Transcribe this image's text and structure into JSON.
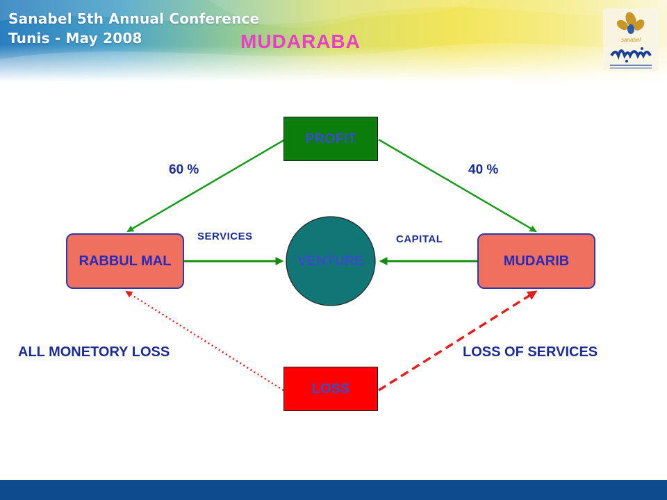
{
  "header": {
    "conference_line1": "Sanabel 5th Annual Conference",
    "conference_line2": "Tunis - May 2008",
    "logo": {
      "icon": "sanabel-logo",
      "latin_text": "sanabel"
    }
  },
  "slide": {
    "title": "MUDARABA"
  },
  "diagram": {
    "nodes": {
      "profit": "PROFIT",
      "loss": "LOSS",
      "venture": "VENTURE",
      "rabbul_mal": "RABBUL MAL",
      "mudarib": "MUDARIB"
    },
    "labels": {
      "profit_share_rabbul_mal": "60 %",
      "profit_share_mudarib": "40 %",
      "services": "SERVICES",
      "capital": "CAPITAL",
      "loss_rabbul_mal": "ALL MONETORY LOSS",
      "loss_mudarib": "LOSS OF SERVICES"
    }
  },
  "colors": {
    "title": "#e83fc8",
    "label_text": "#1c2c8c",
    "profit_fill": "#0a7d0a",
    "loss_fill": "#ff0000",
    "venture_fill": "#127676",
    "party_fill": "#f07060",
    "party_border": "#2e3aa8",
    "profit_arrow": "#1a9a1a",
    "flow_arrow": "#148a14",
    "loss_arrow": "#e02020",
    "footer_bar": "#0d4a8e"
  }
}
